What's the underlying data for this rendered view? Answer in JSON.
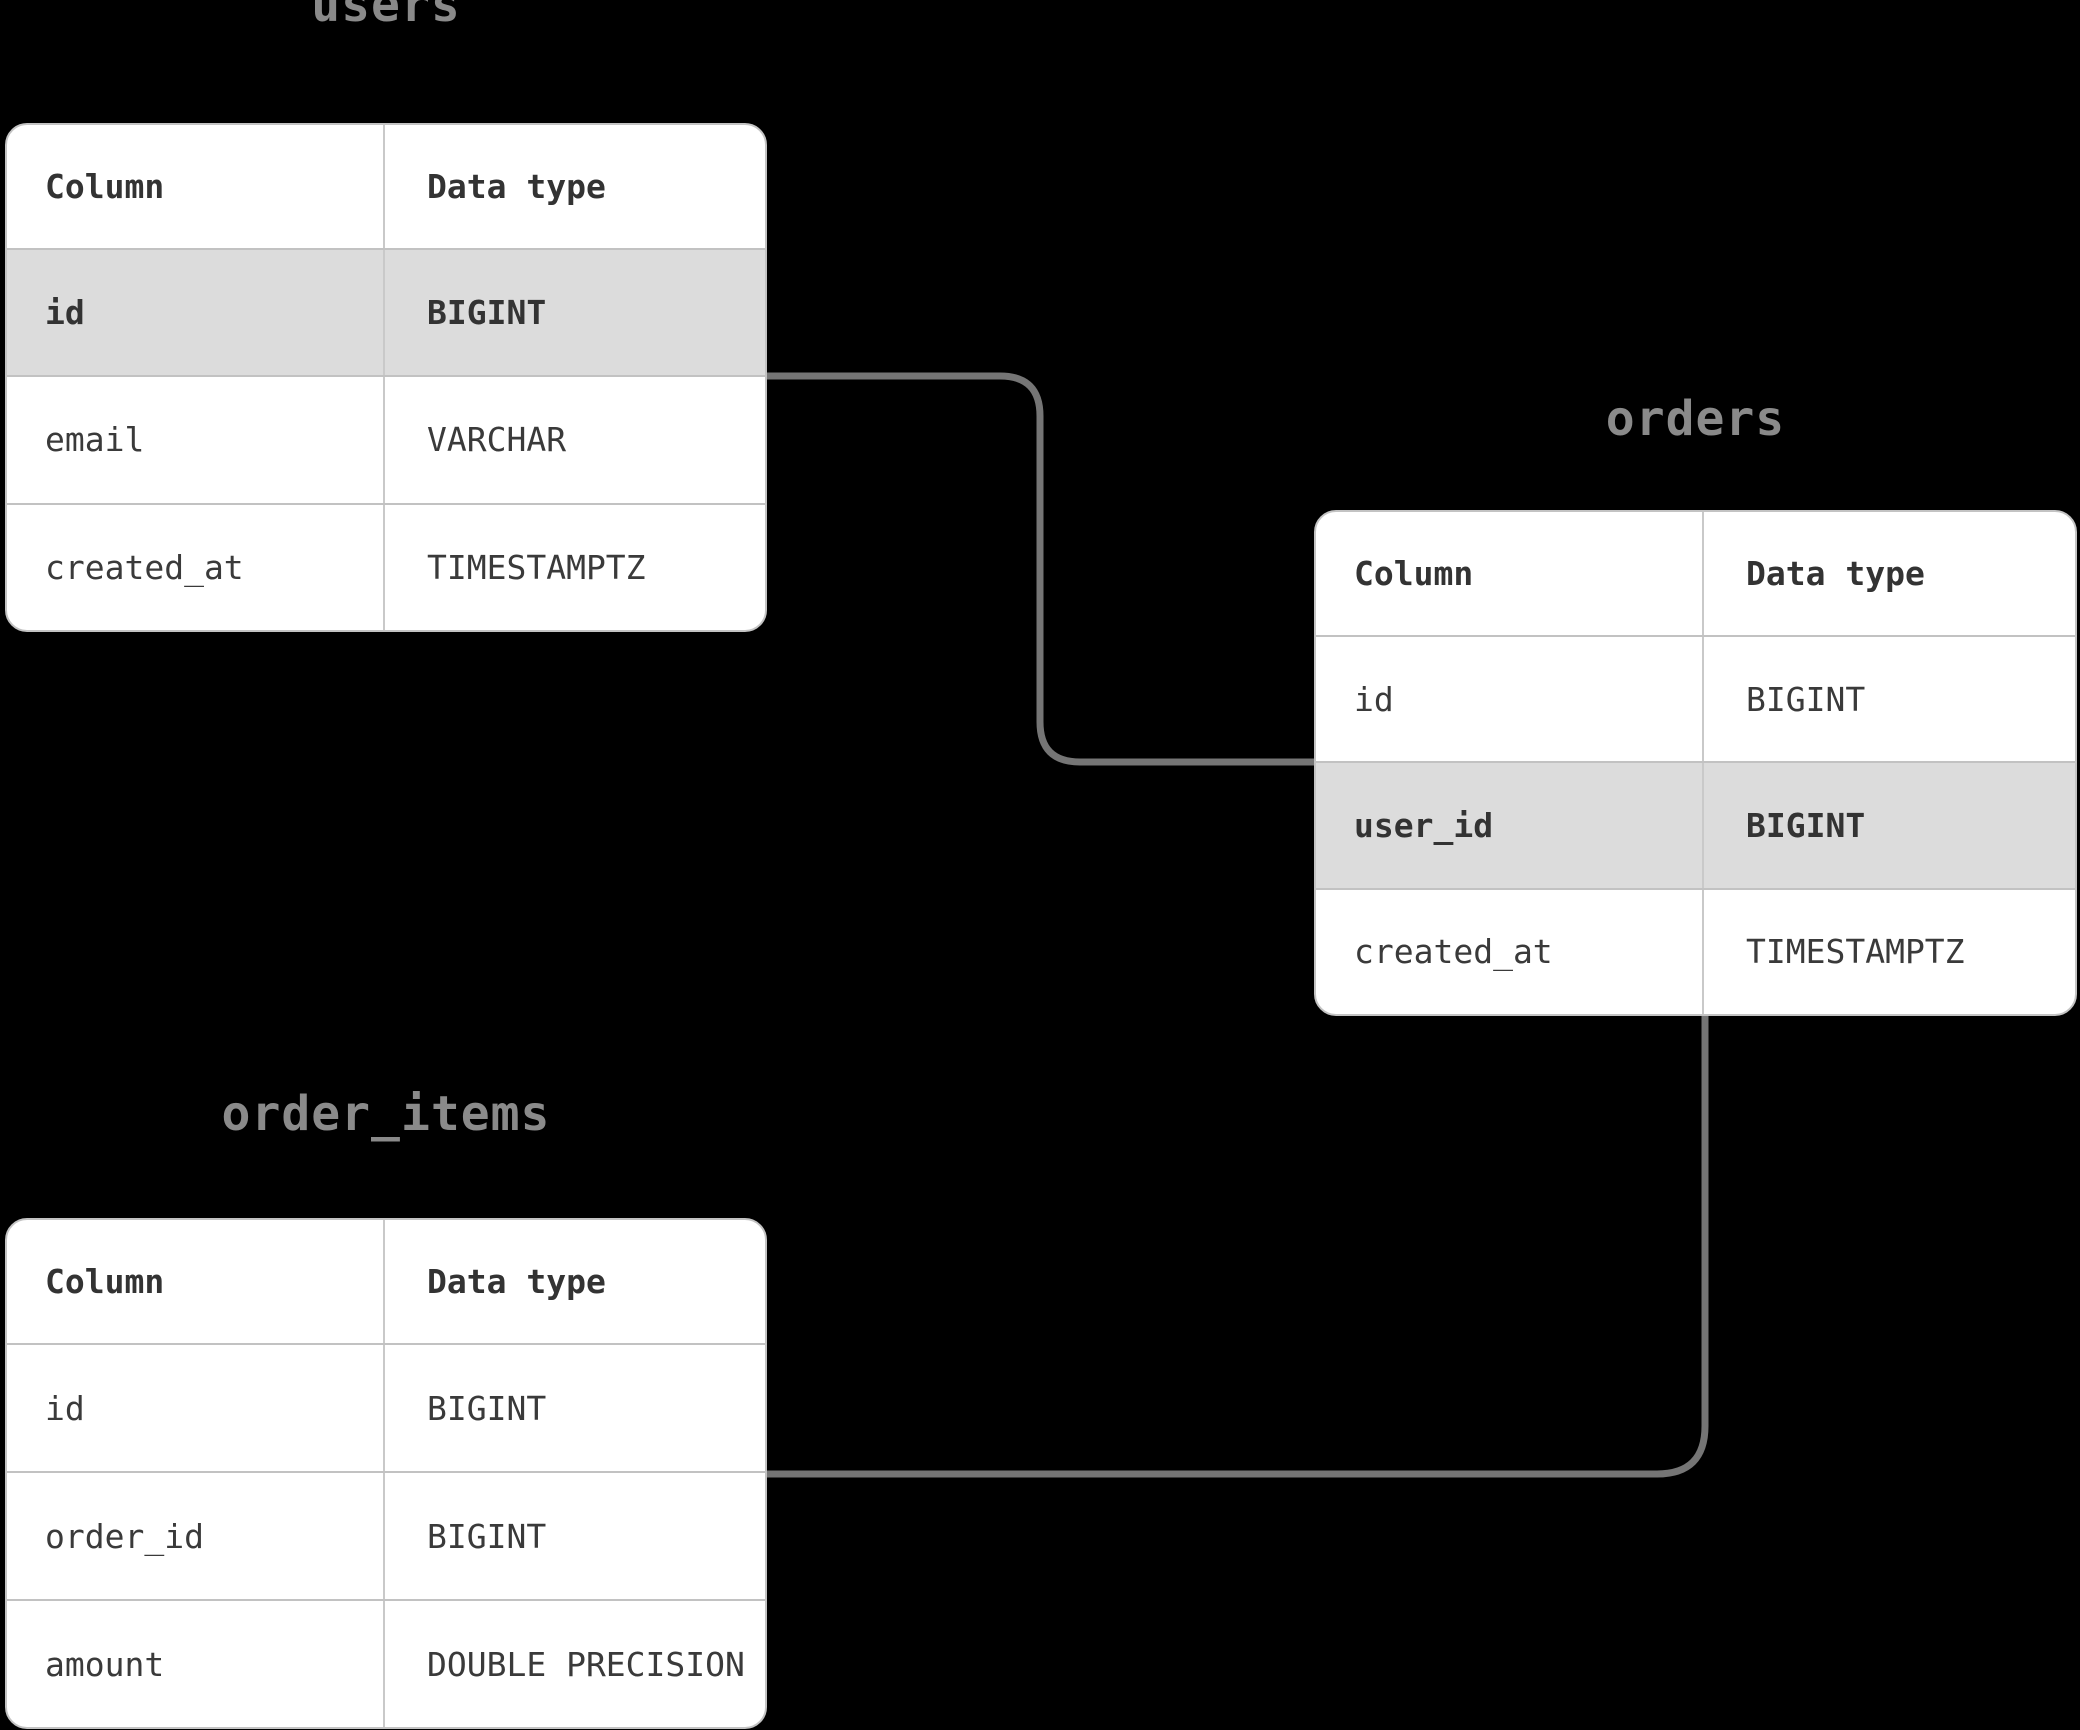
{
  "diagram": {
    "background": "#000000",
    "connector_color": "#757575",
    "title_color": "#8a8a8a",
    "highlight_row_color": "#dcdcdc",
    "table_border_color": "#c3c3c3"
  },
  "tables": [
    {
      "name": "users",
      "headers": [
        "Column",
        "Data type"
      ],
      "rows": [
        {
          "column": "id",
          "type": "BIGINT",
          "highlighted": true
        },
        {
          "column": "email",
          "type": "VARCHAR",
          "highlighted": false
        },
        {
          "column": "created_at",
          "type": "TIMESTAMPTZ",
          "highlighted": false
        }
      ]
    },
    {
      "name": "orders",
      "headers": [
        "Column",
        "Data type"
      ],
      "rows": [
        {
          "column": "id",
          "type": "BIGINT",
          "highlighted": false
        },
        {
          "column": "user_id",
          "type": "BIGINT",
          "highlighted": true
        },
        {
          "column": "created_at",
          "type": "TIMESTAMPTZ",
          "highlighted": false
        }
      ]
    },
    {
      "name": "order_items",
      "headers": [
        "Column",
        "Data type"
      ],
      "rows": [
        {
          "column": "id",
          "type": "BIGINT",
          "highlighted": false
        },
        {
          "column": "order_id",
          "type": "BIGINT",
          "highlighted": false
        },
        {
          "column": "amount",
          "type": "DOUBLE PRECISION",
          "highlighted": false
        }
      ]
    }
  ],
  "relationships": [
    {
      "from": "users",
      "to": "orders"
    },
    {
      "from": "orders",
      "to": "order_items"
    }
  ]
}
